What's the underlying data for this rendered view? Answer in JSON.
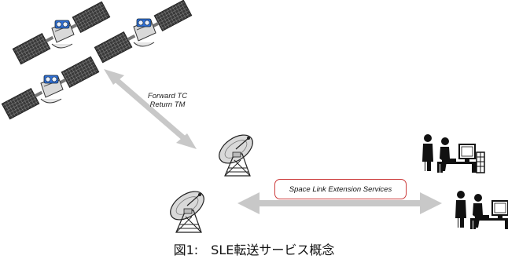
{
  "diagram": {
    "link_label_line1": "Forward TC",
    "link_label_line2": "Return TM",
    "service_label": "Space Link Extension Services",
    "caption": "図1:　SLE転送サービス概念"
  },
  "colors": {
    "arrow": "#c8c8c8",
    "service_border": "#cc3b3b",
    "icon_dark": "#111111"
  }
}
